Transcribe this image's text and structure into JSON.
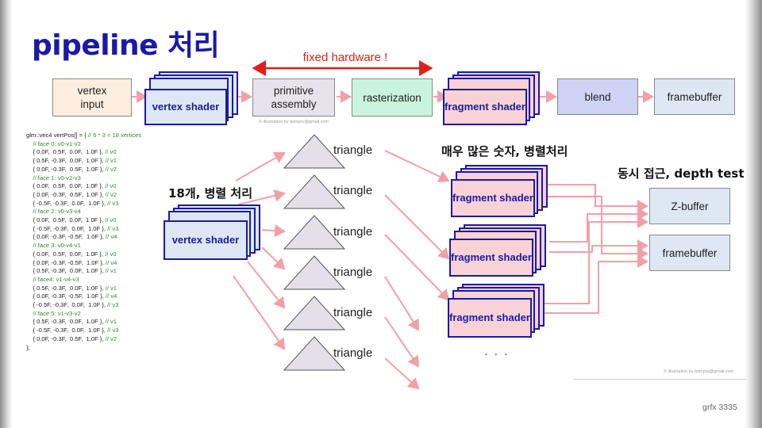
{
  "title": "pipeline 처리",
  "fixed_hardware": "fixed hardware !",
  "pipeline": {
    "vertex_input": [
      "vertex",
      "input"
    ],
    "vertex_shader": [
      "vertex",
      "shader"
    ],
    "primitive_assembly": [
      "primitive",
      "assembly"
    ],
    "rasterization": "rasterization",
    "fragment_shader": [
      "fragment",
      "shader"
    ],
    "blend": "blend",
    "framebuffer": "framebuffer"
  },
  "credit": "© illustration by bstnpru@gmail.com",
  "code_lines": [
    {
      "t": "glm::vec4 vertPos[] = { ",
      "c": "// 6 * 3 = 18 vertices"
    },
    {
      "t": "    ",
      "c": "// face 0: v0-v1-v2"
    },
    {
      "t": "    { 0.0F,  0.5F,  0.0F,  1.0F }, ",
      "c": "// v0"
    },
    {
      "t": "    { 0.5F, -0.3F,  0.0F,  1.0F }, ",
      "c": "// v1"
    },
    {
      "t": "    { 0.0F, -0.3F,  0.5F,  1.0F }, ",
      "c": "// v2"
    },
    {
      "t": "    ",
      "c": "// face 1: v0-v2-v3"
    },
    {
      "t": "    { 0.0F,  0.5F,  0.0F,  1.0F }, ",
      "c": "// v0"
    },
    {
      "t": "    { 0.0F, -0.3F,  0.5F,  1.0F }, ",
      "c": "// v2"
    },
    {
      "t": "    { -0.5F, -0.3F,  0.0F,  1.0F }, ",
      "c": "// v3"
    },
    {
      "t": "    ",
      "c": "// face 2: v0-v3-v4"
    },
    {
      "t": "    { 0.0F,  0.5F,  0.0F,  1.0F }, ",
      "c": "// v0"
    },
    {
      "t": "    { -0.5F, -0.3F,  0.0F,  1.0F }, ",
      "c": "// v3"
    },
    {
      "t": "    { 0.0F, -0.3F, -0.5F,  1.0F }, ",
      "c": "// v4"
    },
    {
      "t": "    ",
      "c": "// face 3: v0-v4-v1"
    },
    {
      "t": "    { 0.0F,  0.5F,  0.0F,  1.0F }, ",
      "c": "// v0"
    },
    {
      "t": "    { 0.0F, -0.3F, -0.5F,  1.0F }, ",
      "c": "// v4"
    },
    {
      "t": "    { 0.5F, -0.3F,  0.0F,  1.0F }, ",
      "c": "// v1"
    },
    {
      "t": "    ",
      "c": "// face4: v1-v4-v3"
    },
    {
      "t": "    { 0.5F, -0.3F,  0.0F,  1.0F }, ",
      "c": "// v1"
    },
    {
      "t": "    { 0.0F, -0.3F, -0.5F,  1.0F }, ",
      "c": "// v4"
    },
    {
      "t": "    { -0.5F, -0.3F,  0.0F,  1.0F }, ",
      "c": "// v3"
    },
    {
      "t": "    ",
      "c": "// face 5: v1-v3-v2"
    },
    {
      "t": "    { 0.5F, -0.3F,  0.0F,  1.0F }, ",
      "c": "// v1"
    },
    {
      "t": "    { -0.5F, -0.3F,  0.0F,  1.0F }, ",
      "c": "// v3"
    },
    {
      "t": "    { 0.0F, -0.3F,  0.5F,  1.0F }, ",
      "c": "// v2"
    },
    {
      "t": "};",
      "c": ""
    }
  ],
  "label_18": "18개, 병렬 처리",
  "label_many": "매우 많은 숫자, 병렬처리",
  "label_concurrent": "동시 접근, depth test",
  "triangle_label": "triangle",
  "zbuffer": "Z-buffer",
  "dots": "· · ·",
  "page_number": "grfx 3335",
  "colors": {
    "title": "#1a1aa8",
    "arrow": "#f0a0a8",
    "red_arrow": "#e0201a",
    "blue_fill": "#dde8f4",
    "pink_fill": "#f8d2d6",
    "vertex_input_fill": "#fdeee0",
    "primitive_fill": "#e7e3ec",
    "raster_fill": "#c8f5dc",
    "blend_fill": "#cfd3f6",
    "framebuffer_fill": "#dde8f4"
  }
}
